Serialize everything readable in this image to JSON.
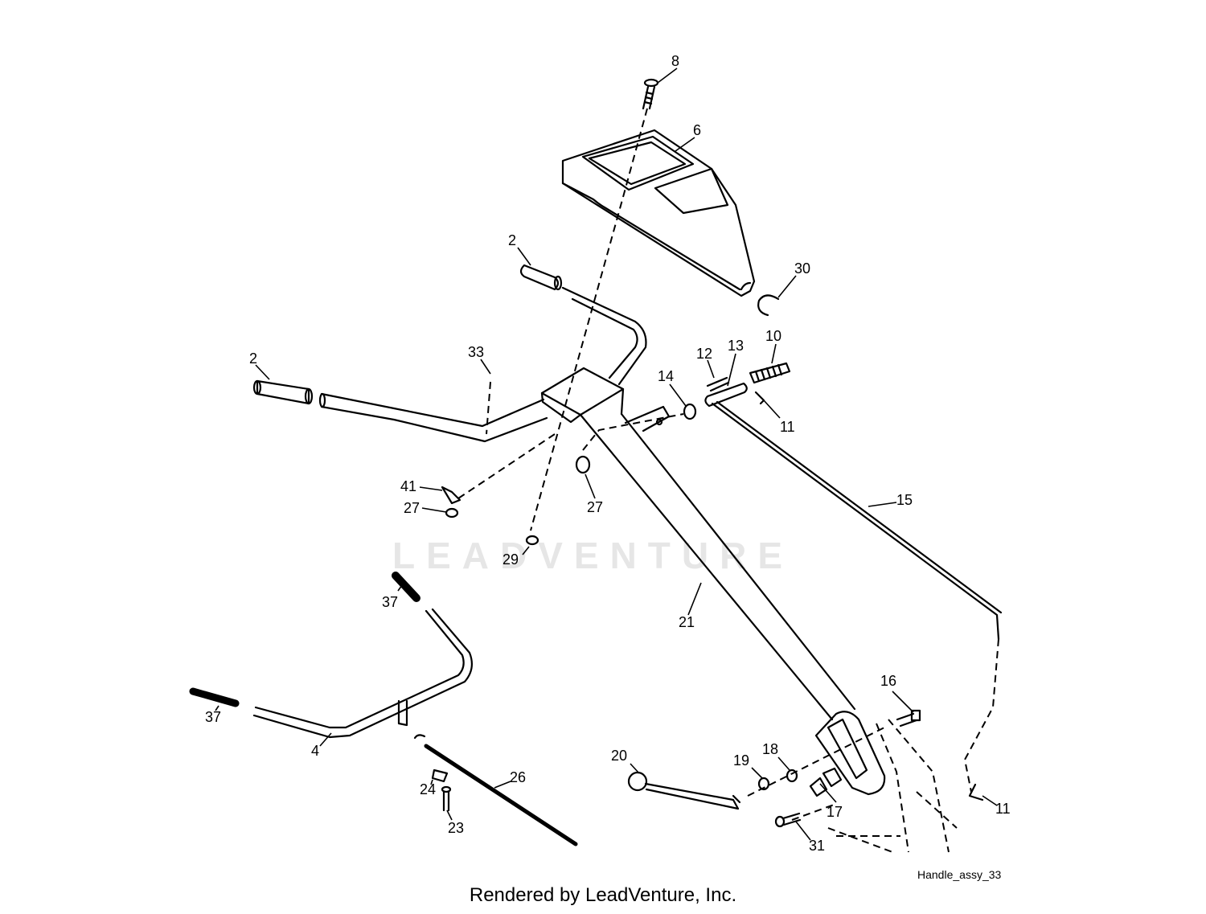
{
  "watermark": "LEADVENTURE",
  "drawing_id": "Handle_assy_33",
  "footer": "Rendered by LeadVenture, Inc.",
  "callouts": [
    "8",
    "6",
    "2",
    "30",
    "2",
    "33",
    "12",
    "13",
    "10",
    "14",
    "11",
    "15",
    "41",
    "27",
    "27",
    "29",
    "37",
    "21",
    "37",
    "4",
    "16",
    "20",
    "19",
    "18",
    "26",
    "24",
    "17",
    "11",
    "23",
    "31"
  ]
}
